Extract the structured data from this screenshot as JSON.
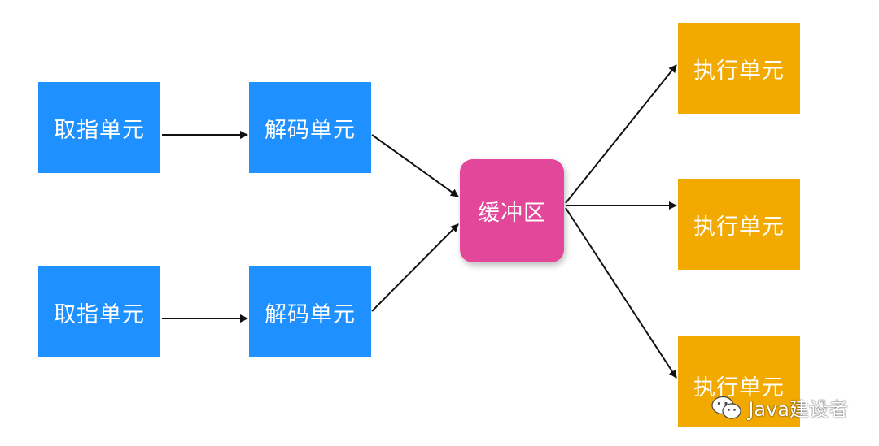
{
  "nodes": {
    "fetch_1": "取指单元",
    "fetch_2": "取指单元",
    "decode_1": "解码单元",
    "decode_2": "解码单元",
    "buffer": "缓冲区",
    "exec_1": "执行单元",
    "exec_2": "执行单元",
    "exec_3": "执行单元"
  },
  "watermark": {
    "text": "Java建设者",
    "icon": "wechat-icon"
  },
  "colors": {
    "fetch_decode": "#1e90ff",
    "buffer": "#e3479a",
    "execute": "#f2a900",
    "arrow": "#111111"
  },
  "edges": [
    {
      "from": "fetch_1",
      "to": "decode_1"
    },
    {
      "from": "fetch_2",
      "to": "decode_2"
    },
    {
      "from": "decode_1",
      "to": "buffer"
    },
    {
      "from": "decode_2",
      "to": "buffer"
    },
    {
      "from": "buffer",
      "to": "exec_1"
    },
    {
      "from": "buffer",
      "to": "exec_2"
    },
    {
      "from": "buffer",
      "to": "exec_3"
    }
  ]
}
